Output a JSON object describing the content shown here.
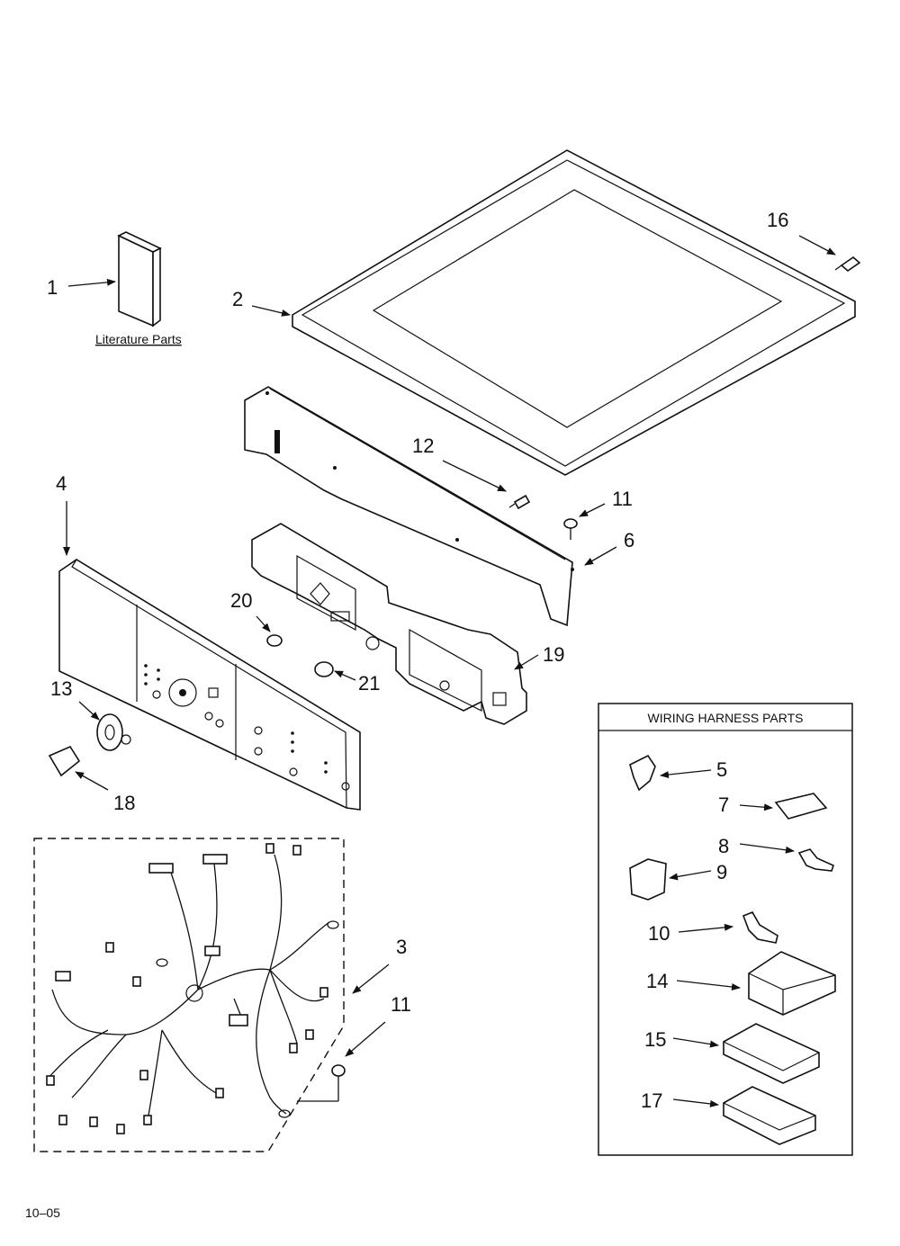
{
  "diagram": {
    "literature_label": "Literature Parts",
    "wiring_box_title": "WIRING HARNESS PARTS",
    "footer_code": "10–05",
    "callouts": {
      "c1": "1",
      "c2": "2",
      "c3": "3",
      "c4": "4",
      "c5": "5",
      "c6": "6",
      "c7": "7",
      "c8": "8",
      "c9": "9",
      "c10": "10",
      "c11a": "11",
      "c11b": "11",
      "c12": "12",
      "c13": "13",
      "c14": "14",
      "c15": "15",
      "c16": "16",
      "c17": "17",
      "c18": "18",
      "c19": "19",
      "c20": "20",
      "c21": "21"
    }
  }
}
